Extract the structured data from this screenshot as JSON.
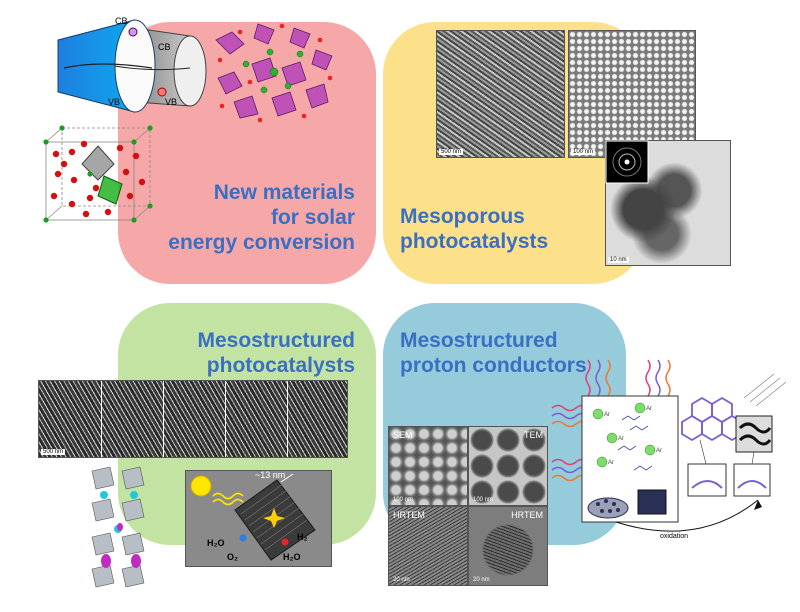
{
  "panels": {
    "solar": {
      "title_lines": [
        "New materials",
        "for solar",
        "energy conversion"
      ]
    },
    "mesoporous": {
      "title_lines": [
        "Mesoporous",
        "photocatalysts"
      ]
    },
    "mesostructured": {
      "title_lines": [
        "Mesostructured",
        "photocatalysts"
      ]
    },
    "proton": {
      "title_lines": [
        "Mesostructured",
        "proton conductors"
      ]
    }
  },
  "band_diagram": {
    "cb_left": "CB",
    "cb_right": "CB",
    "vb_left": "VB",
    "vb_right": "VB"
  },
  "mesoporous_images": {
    "scale_a": "500 nm",
    "scale_b": "100 nm",
    "scale_c": "10 nm"
  },
  "nanorod_strip": {
    "scale": "500 nm"
  },
  "nanorod_hrtem": {
    "size_label": "~13 nm",
    "h2o_left": "H₂O",
    "o2": "O₂",
    "h2": "H₂",
    "h2o_right": "H₂O"
  },
  "proton_images": {
    "sem": "SEM",
    "tem": "TEM",
    "hrtem_a": "HRTEM",
    "hrtem_b": "HRTEM",
    "scale_sem": "100 nm",
    "scale_tem": "100 nm",
    "scale_hrtem_a": "20 nm",
    "scale_hrtem_b": "20 nm"
  },
  "proton_schematic": {
    "ar_label": "Ar",
    "oxidation": "oxidation"
  },
  "colors": {
    "solar": "#f6a7a7",
    "mesoporous": "#fde08a",
    "mesostructured": "#c3e3a3",
    "proton": "#95cbdb",
    "title": "#3a6fc4"
  }
}
